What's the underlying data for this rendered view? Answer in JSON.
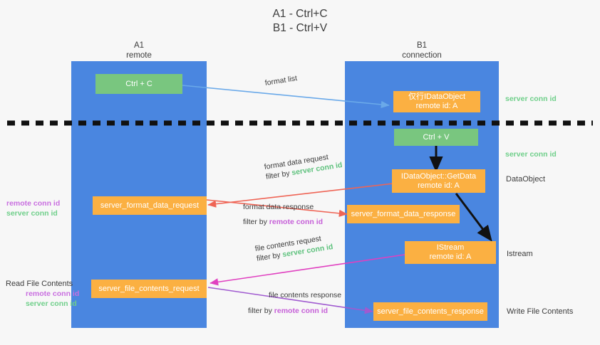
{
  "title": {
    "line1": "A1 - Ctrl+C",
    "line2": "B1 - Ctrl+V"
  },
  "lanes": [
    {
      "id": "a1",
      "name": "A1",
      "sub": "remote",
      "color": "#4a86e0"
    },
    {
      "id": "b1",
      "name": "B1",
      "sub": "connection",
      "color": "#4a86e0"
    }
  ],
  "nodes": {
    "ctrl_c": {
      "line1": "Ctrl + C",
      "line2": "",
      "color": "#79c67f"
    },
    "idataobject": {
      "line1": "仅行IDataObject",
      "line2": "remote id: A",
      "color": "#fbb042"
    },
    "ctrl_v": {
      "line1": "Ctrl + V",
      "line2": "",
      "color": "#79c67f"
    },
    "getdata": {
      "line1": "IDataObject::GetData",
      "line2": "remote id: A",
      "color": "#fbb042"
    },
    "fmt_req": {
      "line1": "server_format_data_request",
      "line2": "",
      "color": "#fbb042"
    },
    "fmt_resp": {
      "line1": "server_format_data_response",
      "line2": "",
      "color": "#fbb042"
    },
    "istream": {
      "line1": "IStream",
      "line2": "remote id: A",
      "color": "#fbb042"
    },
    "file_req": {
      "line1": "server_file_contents_request",
      "line2": "",
      "color": "#fbb042"
    },
    "file_resp": {
      "line1": "server_file_contents_response",
      "line2": "",
      "color": "#fbb042"
    }
  },
  "edges": {
    "format_list": {
      "text": "format list"
    },
    "fmt_req": {
      "text": "format data request",
      "filter_prefix": "filter by ",
      "filter_value": "server conn id"
    },
    "fmt_resp": {
      "text": "format data response",
      "filter_prefix": "filter by ",
      "filter_value": "remote conn id"
    },
    "file_req": {
      "text": "file contents request",
      "filter_prefix": "filter by ",
      "filter_value": "server conn id"
    },
    "file_resp": {
      "text": "file contents response",
      "filter_prefix": "filter by ",
      "filter_value": "remote conn id"
    }
  },
  "annotations": {
    "left_mid": {
      "remote": "remote conn id",
      "server": "server conn id"
    },
    "left_bottom": {
      "heading": "Read File Contents",
      "remote": "remote conn id",
      "server": "server conn id"
    },
    "right_1": {
      "text": "server conn id"
    },
    "right_2": {
      "text": "server conn id"
    },
    "right_3": {
      "text": "DataObject"
    },
    "right_4": {
      "text": "Istream"
    },
    "right_5": {
      "text": "Write File Contents"
    }
  },
  "colors": {
    "lane": "#4a86e0",
    "green_node": "#79c67f",
    "orange_node": "#fbb042",
    "green_text": "#6fcf8a",
    "purple_text": "#c96fe0",
    "arrow_blue": "#6aa9e9",
    "arrow_red": "#ef6455",
    "arrow_magenta": "#e040c0",
    "arrow_purple": "#a05ad0",
    "arrow_black": "#111111",
    "divider": "#111111",
    "background": "#f7f7f7"
  }
}
